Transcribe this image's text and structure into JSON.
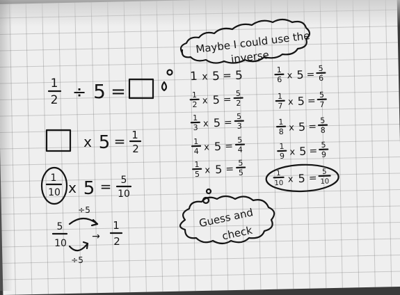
{
  "work": {
    "eq1": {
      "num": "1",
      "den": "2",
      "op": "÷",
      "n": "5",
      "eq": "="
    },
    "eq2": {
      "op": "x",
      "n": "5",
      "eq": "=",
      "num": "1",
      "den": "2"
    },
    "eq3": {
      "num": "1",
      "den": "10",
      "op": "x",
      "n": "5",
      "eq": "=",
      "rnum": "5",
      "rden": "10"
    },
    "simplify": {
      "num": "5",
      "den": "10",
      "top_op": "÷5",
      "bottom_op": "÷5",
      "arrow": "→",
      "rnum": "1",
      "rden": "2"
    }
  },
  "maybe_note": {
    "line1": "Maybe I could use the",
    "line2": "inverse"
  },
  "guess_note": {
    "line1": "Guess and",
    "line2": "check"
  },
  "column1": [
    {
      "whole": "1",
      "op": "x",
      "n": "5",
      "eq": "=",
      "result": "5"
    },
    {
      "num": "1",
      "den": "2",
      "op": "x",
      "n": "5",
      "eq": "=",
      "rnum": "5",
      "rden": "2"
    },
    {
      "num": "1",
      "den": "3",
      "op": "x",
      "n": "5",
      "eq": "=",
      "rnum": "5",
      "rden": "3"
    },
    {
      "num": "1",
      "den": "4",
      "op": "x",
      "n": "5",
      "eq": "=",
      "rnum": "5",
      "rden": "4"
    },
    {
      "num": "1",
      "den": "5",
      "op": "x",
      "n": "5",
      "eq": "=",
      "rnum": "5",
      "rden": "5"
    }
  ],
  "column2": [
    {
      "num": "1",
      "den": "6",
      "op": "x",
      "n": "5",
      "eq": "=",
      "rnum": "5",
      "rden": "6"
    },
    {
      "num": "1",
      "den": "7",
      "op": "x",
      "n": "5",
      "eq": "=",
      "rnum": "5",
      "rden": "7"
    },
    {
      "num": "1",
      "den": "8",
      "op": "x",
      "n": "5",
      "eq": "=",
      "rnum": "5",
      "rden": "8"
    },
    {
      "num": "1",
      "den": "9",
      "op": "x",
      "n": "5",
      "eq": "=",
      "rnum": "5",
      "rden": "9"
    },
    {
      "num": "1",
      "den": "10",
      "op": "x",
      "n": "5",
      "eq": "=",
      "rnum": "5",
      "rden": "10"
    }
  ],
  "colors": {
    "ink": "#141414",
    "paper": "#efefef",
    "grid": "#8a8a8a"
  }
}
